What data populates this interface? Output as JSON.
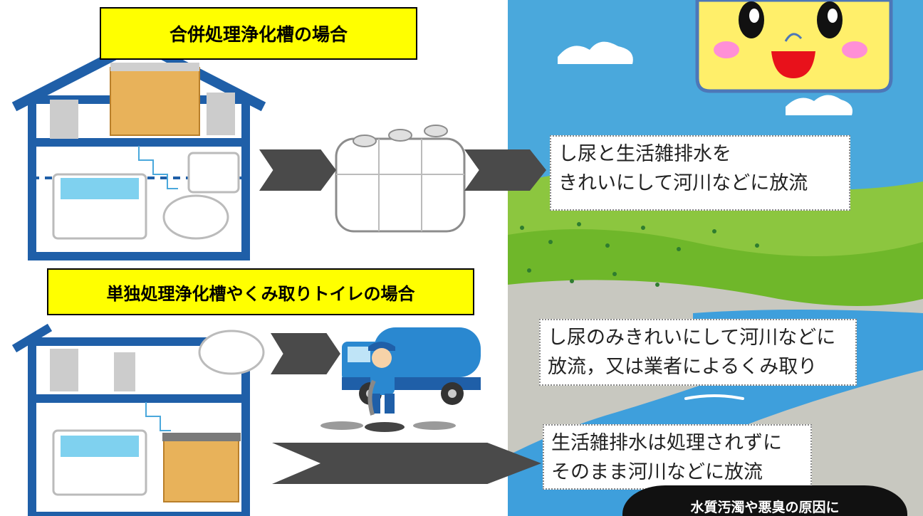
{
  "banners": {
    "combined": "合併処理浄化槽の場合",
    "single": "単独処理浄化槽やくみ取りトイレの場合"
  },
  "notes": {
    "combined": [
      "し尿と生活雑排水を",
      "きれいにして河川などに放流"
    ],
    "single": [
      "し尿のみきれいにして河川などに",
      "放流，又は業者によるくみ取り"
    ],
    "untreated": [
      "生活雑排水は処理されずに",
      "そのまま河川などに放流"
    ]
  },
  "warning": "水質汚濁や悪臭の原因に",
  "colors": {
    "banner": "#ffff00",
    "house_frame": "#1f5fa8",
    "arrow": "#4a4a4a",
    "sky": "#4aa8dc",
    "grass": "#8cc63f",
    "river": "#3e9fdc",
    "mascot": "#ffef6a"
  },
  "icons": [
    "house-cross-section-icon",
    "septic-tank-icon",
    "vacuum-truck-icon",
    "worker-icon",
    "river-landscape-icon",
    "mascot-face-icon"
  ]
}
